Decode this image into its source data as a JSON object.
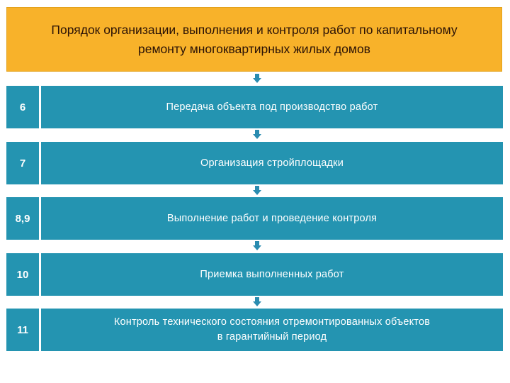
{
  "header": {
    "line1": "Порядок организации, выполнения и контроля работ по капитальному",
    "line2": "ремонту многоквартирных жилых домов"
  },
  "steps": [
    {
      "number": "6",
      "line1": "Передача объекта под производство работ",
      "line2": ""
    },
    {
      "number": "7",
      "line1": "Организация стройплощадки",
      "line2": ""
    },
    {
      "number": "8,9",
      "line1": "Выполнение работ и проведение контроля",
      "line2": ""
    },
    {
      "number": "10",
      "line1": "Приемка выполненных работ",
      "line2": ""
    },
    {
      "number": "11",
      "line1": "Контроль технического состояния отремонтированных объектов",
      "line2": "в гарантийный период"
    }
  ],
  "colors": {
    "header_bg": "#F8B22A",
    "header_text": "#2a1206",
    "step_bg": "#2494B1",
    "step_text": "#ffffff",
    "arrow": "#2A8CB0"
  }
}
